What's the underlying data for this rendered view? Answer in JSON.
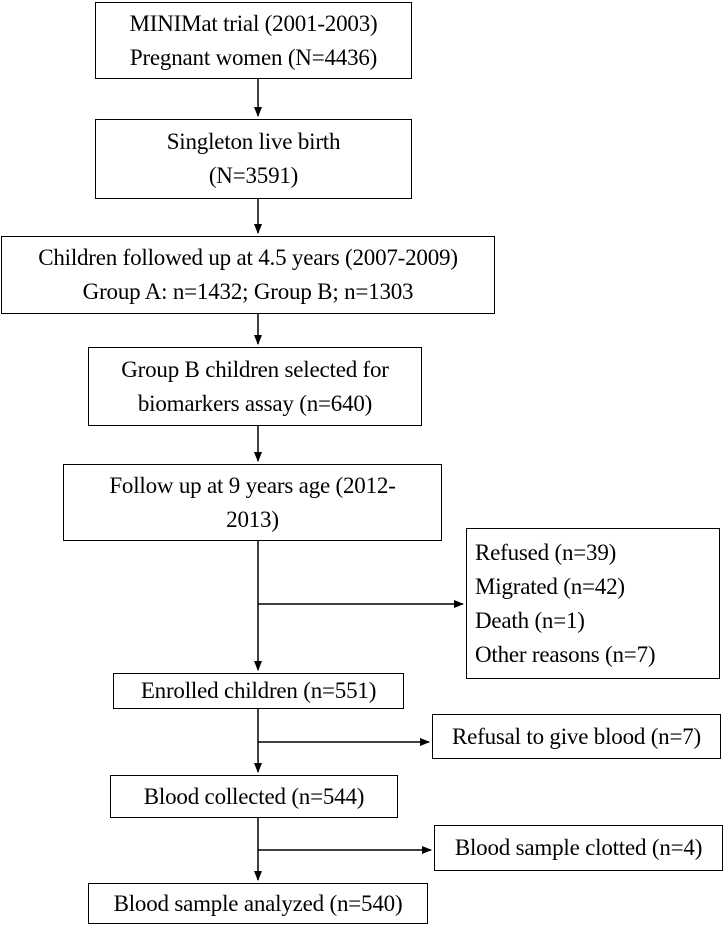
{
  "boxes": {
    "trial": [
      "MINIMat trial (2001-2003)",
      "Pregnant women (N=4436)"
    ],
    "singleton": [
      "Singleton live birth",
      "(N=3591)"
    ],
    "followup45": [
      "Children followed up at 4.5 years (2007-2009)",
      "Group A: n=1432; Group B; n=1303"
    ],
    "groupb": [
      "Group B children selected for",
      "biomarkers assay (n=640)"
    ],
    "followup9": [
      "Follow up at 9 years age (2012-",
      "2013)"
    ],
    "excluded": [
      "Refused (n=39)",
      "Migrated (n=42)",
      "Death (n=1)",
      "Other reasons (n=7)"
    ],
    "enrolled": [
      "Enrolled children (n=551)"
    ],
    "refusal_blood": [
      "Refusal to give blood (n=7)"
    ],
    "blood_collected": [
      "Blood collected (n=544)"
    ],
    "clotted": [
      "Blood sample clotted (n=4)"
    ],
    "analyzed": [
      "Blood sample analyzed (n=540)"
    ]
  }
}
